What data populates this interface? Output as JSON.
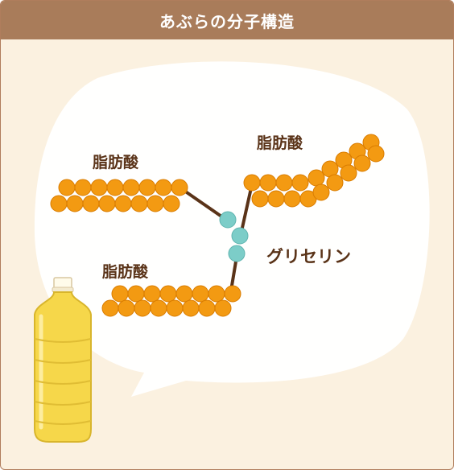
{
  "title": "あぶらの分子構造",
  "labels": {
    "fatty_acid_left": "脂肪酸",
    "fatty_acid_right": "脂肪酸",
    "fatty_acid_bottom": "脂肪酸",
    "glycerin": "グリセリン"
  },
  "colors": {
    "header_bg": "#a97c5a",
    "card_bg": "#fbf1e0",
    "fatty_acid_bead": "#f39a12",
    "glycerin_bead": "#7ccdc8",
    "bond": "#5a3318",
    "label_text": "#5a3318"
  },
  "icons": {
    "illustration": "oil-bottle-icon"
  }
}
